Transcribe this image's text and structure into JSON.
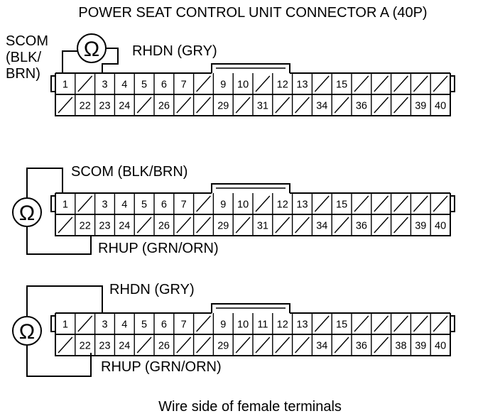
{
  "title": "POWER SEAT CONTROL UNIT CONNECTOR A (40P)",
  "caption": "Wire side of female terminals",
  "ohm_symbol": "Ω",
  "connectors": [
    {
      "top": [
        "1",
        "",
        "3",
        "4",
        "5",
        "6",
        "7",
        "",
        "9",
        "10",
        "",
        "12",
        "13",
        "",
        "15",
        "",
        "",
        "",
        "",
        ""
      ],
      "bottom": [
        "",
        "22",
        "23",
        "24",
        "",
        "26",
        "",
        "",
        "29",
        "",
        "31",
        "",
        "",
        "34",
        "",
        "36",
        "",
        "",
        "39",
        "40"
      ]
    },
    {
      "top": [
        "1",
        "",
        "3",
        "4",
        "5",
        "6",
        "7",
        "",
        "9",
        "10",
        "",
        "12",
        "13",
        "",
        "15",
        "",
        "",
        "",
        "",
        ""
      ],
      "bottom": [
        "",
        "22",
        "23",
        "24",
        "",
        "26",
        "",
        "",
        "29",
        "",
        "31",
        "",
        "",
        "34",
        "",
        "36",
        "",
        "",
        "39",
        "40"
      ]
    },
    {
      "top": [
        "1",
        "",
        "3",
        "4",
        "5",
        "6",
        "7",
        "",
        "9",
        "10",
        "11",
        "12",
        "13",
        "",
        "15",
        "",
        "",
        "",
        "",
        ""
      ],
      "bottom": [
        "",
        "22",
        "23",
        "24",
        "",
        "26",
        "",
        "",
        "29",
        "",
        "",
        "",
        "",
        "34",
        "",
        "36",
        "",
        "38",
        "39",
        "40"
      ]
    }
  ],
  "tests": [
    {
      "labels": [
        "SCOM\n(BLK/\nBRN)",
        "RHDN (GRY)"
      ]
    },
    {
      "labels": [
        "SCOM (BLK/BRN)",
        "RHUP (GRN/ORN)"
      ]
    },
    {
      "labels": [
        "RHDN (GRY)",
        "RHUP (GRN/ORN)"
      ]
    }
  ]
}
